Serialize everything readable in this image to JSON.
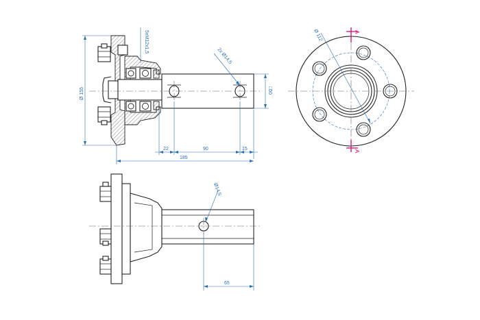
{
  "drawing": {
    "colors": {
      "outline": "#222222",
      "dimension": "#2a6fb5",
      "section_marker": "#e0006e",
      "centerline": "#666666"
    },
    "dimensions": {
      "thread_spec": "5xM12x1,5",
      "flange_diameter": "Ø 155",
      "tube_square": "□50",
      "pin_holes": "2x Ø14,5",
      "offset_22": "22",
      "span_90": "90",
      "end_15": "15",
      "overall_185": "185",
      "bolt_circle": "Ø 112",
      "bottom_hole": "Ø14,5",
      "bottom_65": "65"
    },
    "section_labels": {
      "top": "A",
      "bottom": "A"
    }
  }
}
